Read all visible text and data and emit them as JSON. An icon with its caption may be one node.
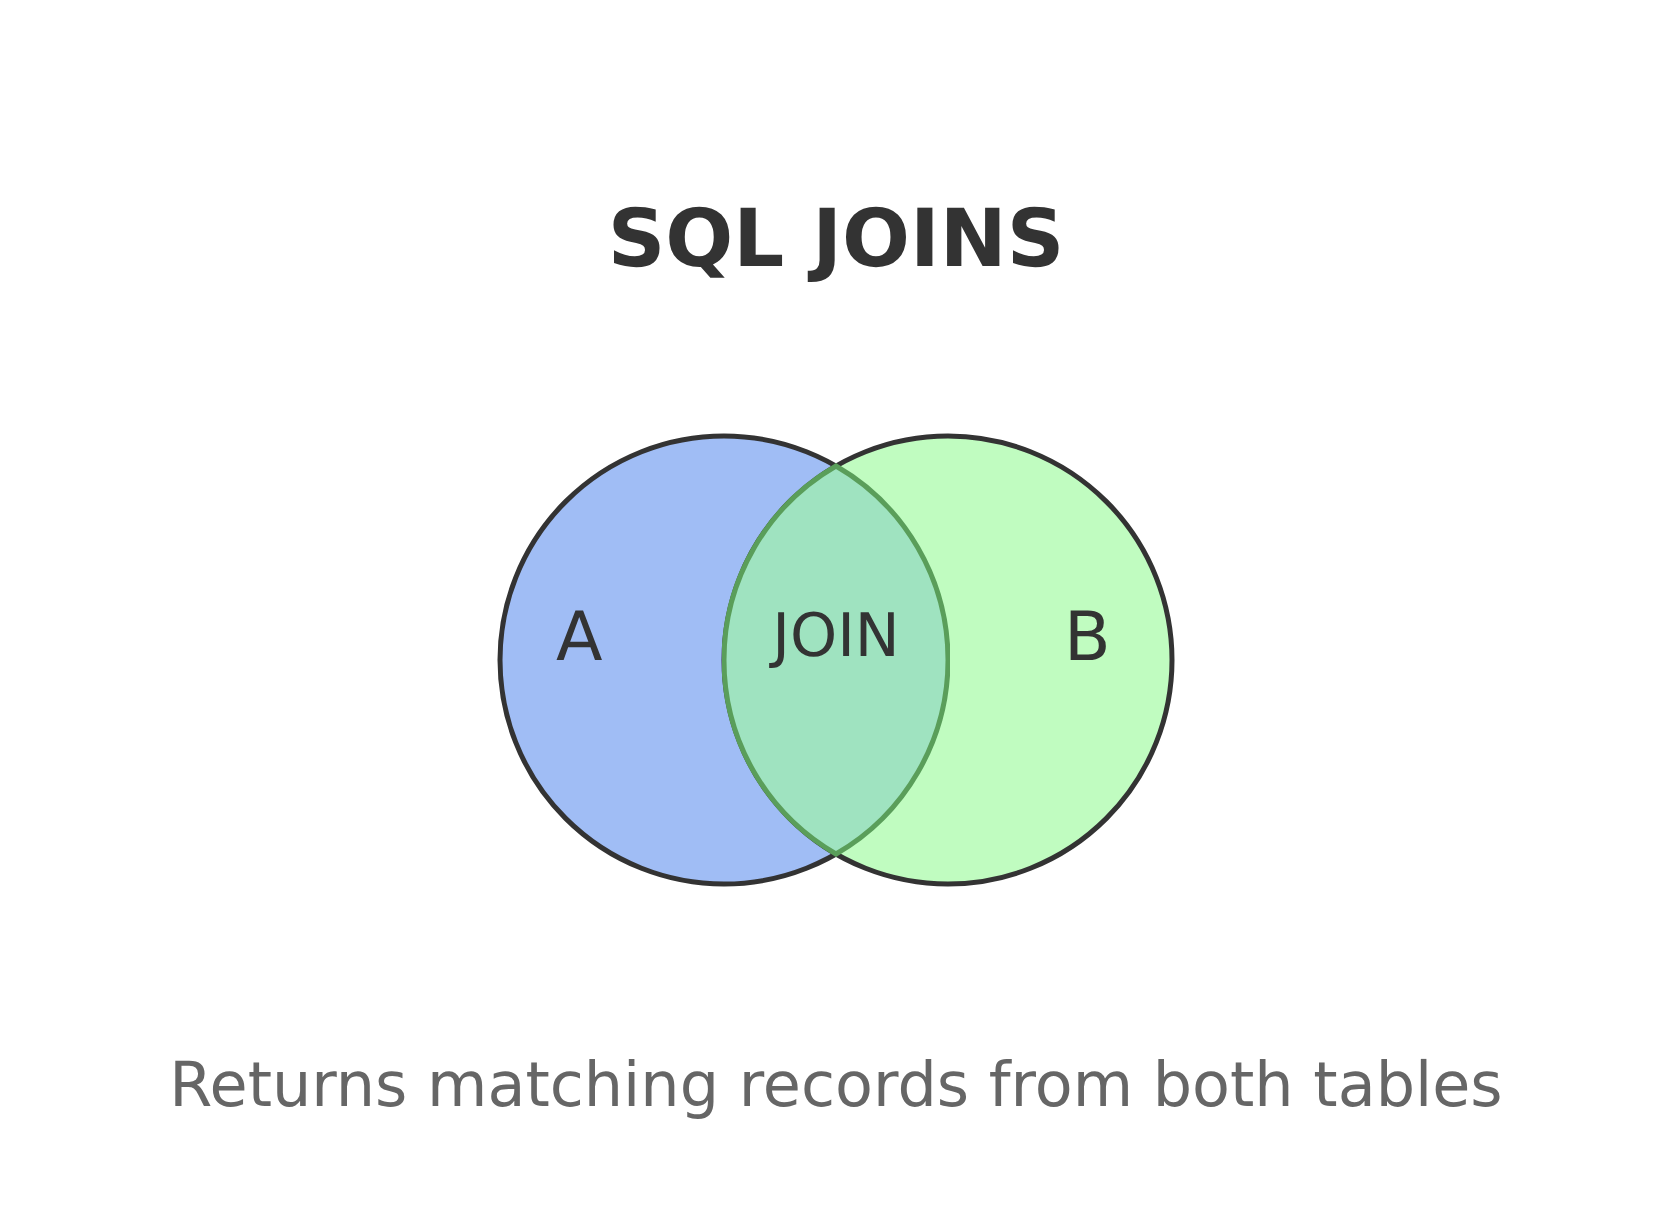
{
  "diagram": {
    "title": "SQL JOINS",
    "caption": "Returns matching records from both tables",
    "nodes": [
      {
        "text": [
          "A"
        ]
      },
      {
        "text": [
          "B"
        ]
      }
    ],
    "labels": [
      "JOIN"
    ]
  }
}
